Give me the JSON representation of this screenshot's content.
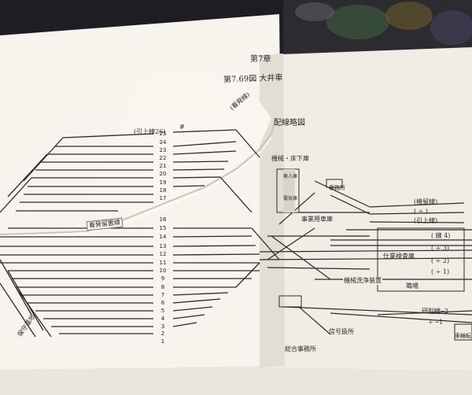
{
  "chapter": "第7章",
  "figure_title": "第7.69図 大井車",
  "figure_title_tail": "配線略図",
  "track_numbers": [
    "25",
    "24",
    "23",
    "22",
    "21",
    "20",
    "19",
    "18",
    "17",
    "16",
    "15",
    "14",
    "13",
    "12",
    "11",
    "10",
    "9",
    "8",
    "7",
    "6",
    "5",
    "4",
    "3",
    "2",
    "1"
  ],
  "labels": {
    "hikiage_26": "(引上線26)",
    "hash": "#",
    "top_box": "(着発線)",
    "chakuhatsu": "着発留置線",
    "hoshu_kichi": "保守基地",
    "kikai_yuka": "機械・床下庫",
    "mu_ko": "無人庫",
    "denki_ko": "電気庫",
    "jimusho": "事務所",
    "sekkei": "事業用車庫",
    "hikiage_right": "(引上線)",
    "hatsu_line": "(機留線)",
    "plus": "(  ÷  )",
    "hikiage_1": "(引上線)",
    "line4": "(  線  4)",
    "line3": "(  ÷  3)",
    "line2": "(  ÷  2)",
    "line1": "(  ÷  1)",
    "shiwake": "仕業検査庫",
    "wash": "機械洗浄装置",
    "shokudo": "職場",
    "kenmasen2": "研削線─2",
    "kenmasen1": "÷  ─1",
    "shingo": "信号扱所",
    "sogo": "総合事務所",
    "sharyo": "車輪転"
  }
}
